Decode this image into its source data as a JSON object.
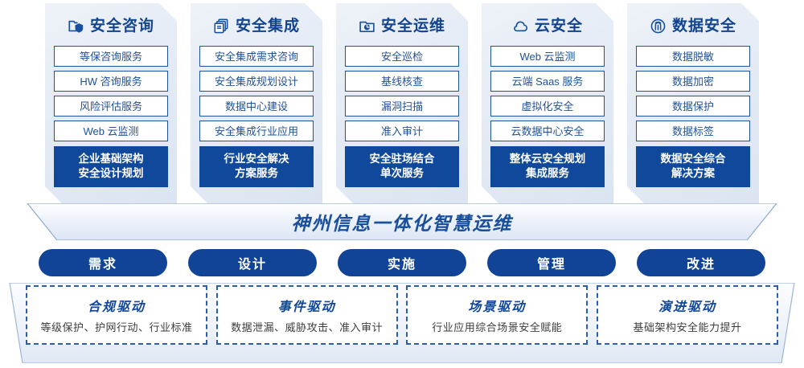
{
  "columns": [
    {
      "icon": "folder-shield-icon",
      "title": "安全咨询",
      "items": [
        "等保咨询服务",
        "HW 咨询服务",
        "风险评估服务",
        "Web 云监测"
      ],
      "footer": [
        "企业基础架构",
        "安全设计规划"
      ]
    },
    {
      "icon": "stacked-documents-icon",
      "title": "安全集成",
      "items": [
        "安全集成需求咨询",
        "安全集成规划设计",
        "数据中心建设",
        "安全集成行业应用"
      ],
      "footer": [
        "行业安全解决",
        "方案服务"
      ]
    },
    {
      "icon": "monitor-chart-icon",
      "title": "安全运维",
      "items": [
        "安全巡检",
        "基线核查",
        "漏洞扫描",
        "准入审计"
      ],
      "footer": [
        "安全驻场结合",
        "单次服务"
      ]
    },
    {
      "icon": "cloud-icon",
      "title": "云安全",
      "items": [
        "Web 云监测",
        "云端 Saas 服务",
        "虚拟化安全",
        "云数据中心安全"
      ],
      "footer": [
        "整体云安全规划",
        "集成服务"
      ]
    },
    {
      "icon": "fingerprint-icon",
      "title": "数据安全",
      "items": [
        "数据脱敏",
        "数据加密",
        "数据保护",
        "数据标签"
      ],
      "footer": [
        "数据安全综合",
        "解决方案"
      ]
    }
  ],
  "banner": {
    "title": "神州信息一体化智慧运维"
  },
  "pills": [
    {
      "label": "需求"
    },
    {
      "label": "设计"
    },
    {
      "label": "实施"
    },
    {
      "label": "管理"
    },
    {
      "label": "改进"
    }
  ],
  "drivers": [
    {
      "title": "合规驱动",
      "subtitle": "等级保护、护网行动、行业标准"
    },
    {
      "title": "事件驱动",
      "subtitle": "数据泄漏、威胁攻击、准入审计"
    },
    {
      "title": "场景驱动",
      "subtitle": "行业应用综合场景安全赋能"
    },
    {
      "title": "演进驱动",
      "subtitle": "基础架构安全能力提升"
    }
  ],
  "colors": {
    "primary_blue": "#10499b",
    "title_blue": "#12448f",
    "item_border": "#1f52a0",
    "panel_bg": "#e4ebf5",
    "dashed_border": "#2a5eae"
  }
}
